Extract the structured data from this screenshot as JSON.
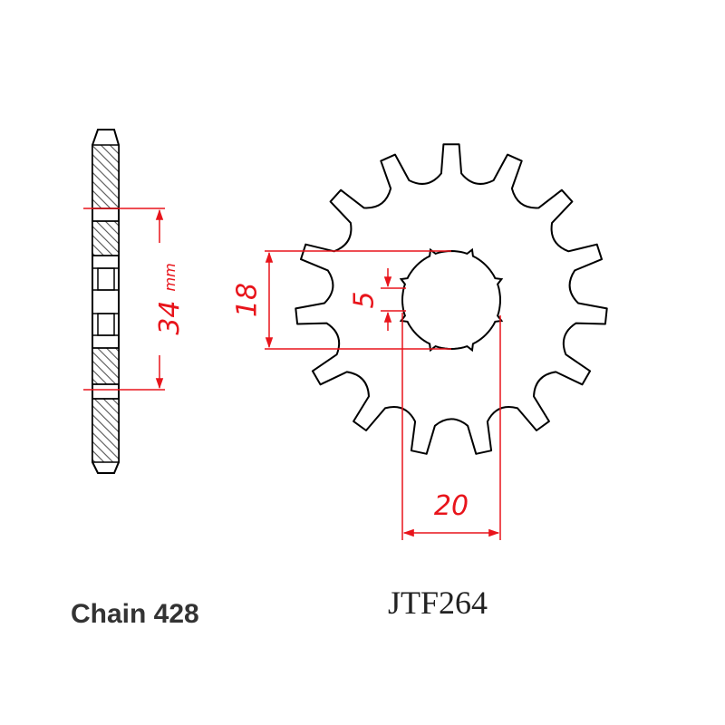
{
  "labels": {
    "chain": "Chain 428",
    "part_number": "JTF264"
  },
  "dimensions": {
    "hub_width": "34",
    "hub_width_unit": "mm",
    "inner_diameter": "18",
    "spline_width": "5",
    "spline_span": "20"
  },
  "sprocket": {
    "teeth": 15
  },
  "colors": {
    "outline": "#000000",
    "dimension": "#e8141b",
    "hatch": "#555555"
  }
}
